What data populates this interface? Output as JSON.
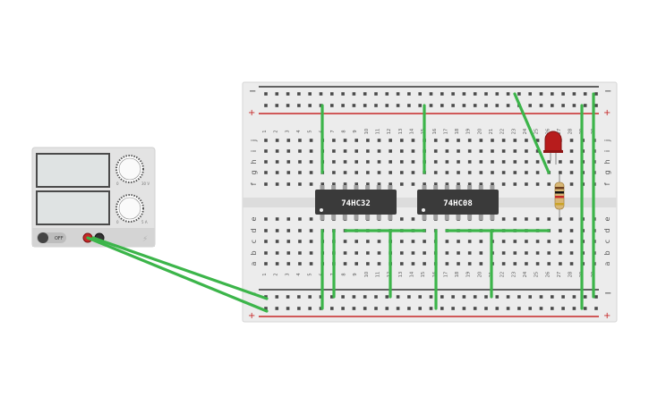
{
  "power_supply": {
    "switch_label": "OFF",
    "knob1_marks": [
      "0",
      "30 V"
    ],
    "knob2_marks": [
      "0",
      "5 A"
    ]
  },
  "breadboard": {
    "columns": [
      "1",
      "2",
      "3",
      "4",
      "5",
      "6",
      "7",
      "8",
      "9",
      "10",
      "11",
      "12",
      "13",
      "14",
      "15",
      "16",
      "17",
      "18",
      "19",
      "20",
      "21",
      "22",
      "23",
      "24",
      "25",
      "26",
      "27",
      "28",
      "29",
      "30"
    ],
    "top_rows": [
      "j",
      "i",
      "h",
      "g",
      "f"
    ],
    "bottom_rows": [
      "e",
      "d",
      "c",
      "b",
      "a"
    ],
    "rail_minus": "−",
    "rail_plus": "+"
  },
  "chips": [
    {
      "label": "74HC32"
    },
    {
      "label": "74HC08"
    }
  ],
  "colors": {
    "wire": "#3cb54a",
    "rail_red": "#c62828",
    "rail_dark": "#333333",
    "board": "#ececec",
    "chip": "#3a3a3a",
    "led": "#b71c1c",
    "supply_display": "#dfe3e3"
  }
}
